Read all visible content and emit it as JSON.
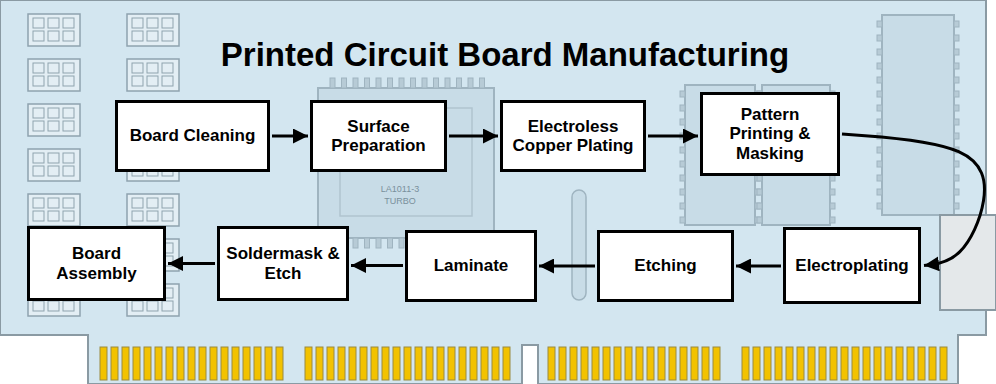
{
  "diagram": {
    "title": "Printed Circuit Board Manufacturing",
    "nodes": [
      {
        "text": [
          "Board Cleaning"
        ]
      },
      {
        "text": [
          "Surface Preparation"
        ]
      },
      {
        "text": [
          "Electroless Copper Plating"
        ]
      },
      {
        "text": [
          "Pattern Printing & Masking"
        ]
      },
      {
        "text": [
          "Electroplating"
        ]
      },
      {
        "text": [
          "Etching"
        ]
      },
      {
        "text": [
          "Laminate"
        ]
      },
      {
        "text": [
          "Soldermask & Etch"
        ]
      },
      {
        "text": [
          "Board Assembly"
        ]
      }
    ],
    "edges": [
      {
        "from": 0,
        "to": 1,
        "arrow": "to"
      },
      {
        "from": 1,
        "to": 2,
        "arrow": "to"
      },
      {
        "from": 2,
        "to": 3,
        "arrow": "to"
      },
      {
        "from": 3,
        "to": 4,
        "arrow": "to"
      },
      {
        "from": 4,
        "to": 5,
        "arrow": "to"
      },
      {
        "from": 5,
        "to": 6,
        "arrow": "to"
      },
      {
        "from": 6,
        "to": 7,
        "arrow": "to"
      },
      {
        "from": 7,
        "to": 8,
        "arrow": "to"
      }
    ],
    "labels": [
      "LA1011-3",
      "TURBO"
    ]
  }
}
